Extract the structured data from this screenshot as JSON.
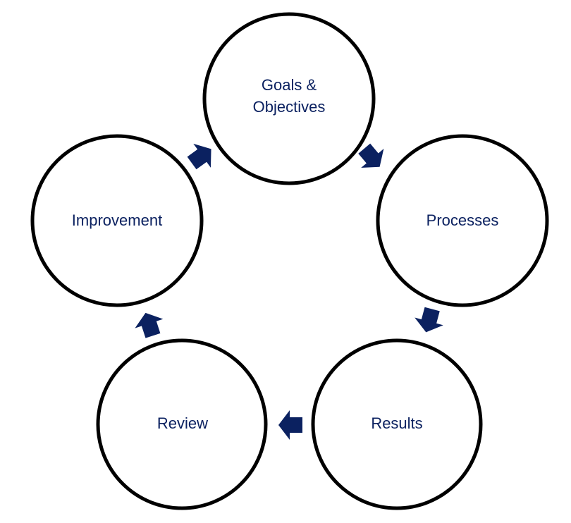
{
  "diagram": {
    "type": "cycle",
    "colors": {
      "label": "#0b2160",
      "arrow": "#0b2160",
      "circle_stroke": "#000000",
      "circle_fill": "#ffffff",
      "background": "#ffffff"
    },
    "nodes": [
      {
        "id": "goals",
        "label_lines": [
          "Goals &",
          "Objectives"
        ]
      },
      {
        "id": "processes",
        "label_lines": [
          "Processes"
        ]
      },
      {
        "id": "results",
        "label_lines": [
          "Results"
        ]
      },
      {
        "id": "review",
        "label_lines": [
          "Review"
        ]
      },
      {
        "id": "improvement",
        "label_lines": [
          "Improvement"
        ]
      }
    ],
    "edges": [
      {
        "from": "goals",
        "to": "processes"
      },
      {
        "from": "processes",
        "to": "results"
      },
      {
        "from": "results",
        "to": "review"
      },
      {
        "from": "review",
        "to": "improvement"
      },
      {
        "from": "improvement",
        "to": "goals"
      }
    ]
  }
}
